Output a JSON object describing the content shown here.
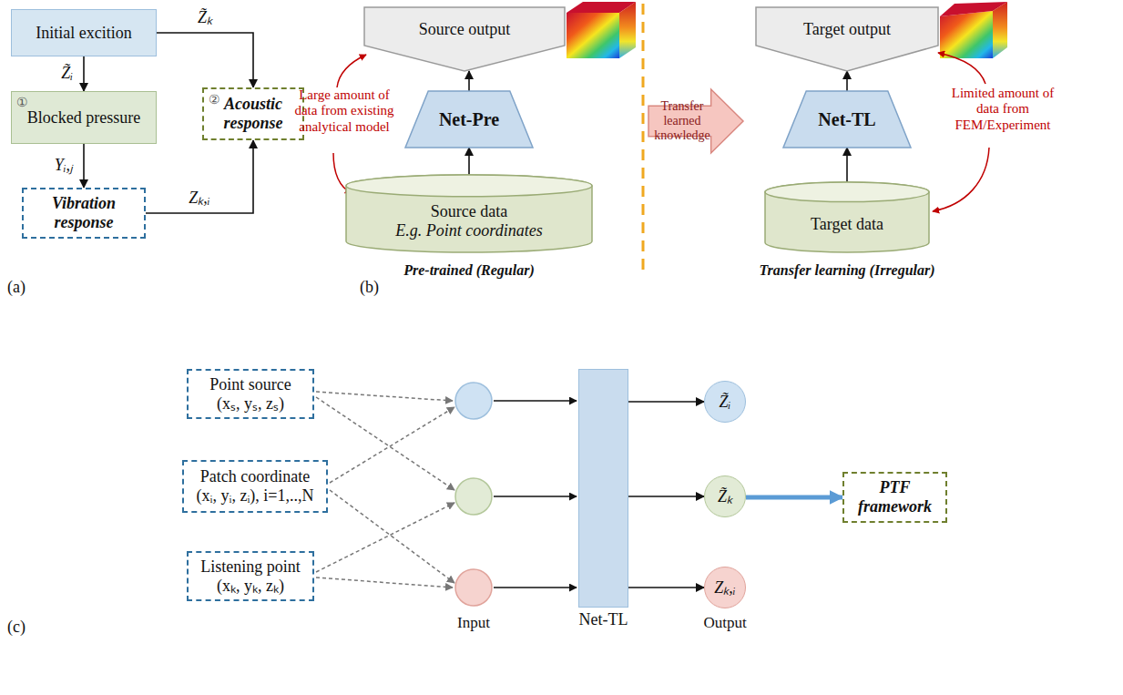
{
  "diagram": {
    "nodes": [
      {
        "text": [
          "Initial excition"
        ]
      },
      {
        "text": [
          "①",
          "Blocked pressure"
        ]
      },
      {
        "text": [
          "②",
          "Acoustic response"
        ]
      },
      {
        "text": [
          "Vibration response"
        ]
      },
      {
        "text": [
          "Source output"
        ]
      },
      {
        "text": [
          "Net-Pre"
        ]
      },
      {
        "text": [
          "Source data",
          "E.g. Point coordinates"
        ]
      },
      {
        "text": [
          "Transfer learned knowledge"
        ]
      },
      {
        "text": [
          "Target output"
        ]
      },
      {
        "text": [
          "Net-TL"
        ]
      },
      {
        "text": [
          "Target data"
        ]
      },
      {
        "text": [
          "Point source",
          "(xₛ, yₛ, zₛ)"
        ]
      },
      {
        "text": [
          "Patch coordinate",
          "(xᵢ, yᵢ, zᵢ), i=1,..,N"
        ]
      },
      {
        "text": [
          "Listening point",
          "(xₖ, yₖ, zₖ)"
        ]
      },
      {
        "text": [
          "Net-TL"
        ]
      },
      {
        "text": [
          "Z̃ᵢ"
        ]
      },
      {
        "text": [
          "Z̃ₖ"
        ]
      },
      {
        "text": [
          "Zₖ,ᵢ"
        ]
      },
      {
        "text": [
          "PTF framework"
        ]
      }
    ],
    "edges": [
      {
        "from": 0,
        "to": 1,
        "arrow": "to",
        "label": "Z̃ᵢ"
      },
      {
        "from": 0,
        "to": 2,
        "arrow": "to",
        "label": "Z̃ₖ"
      },
      {
        "from": 1,
        "to": 3,
        "arrow": "to",
        "label": "Yᵢ,ⱼ"
      },
      {
        "from": 3,
        "to": 2,
        "arrow": "to",
        "label": "Zₖ,ᵢ"
      },
      {
        "from": 6,
        "to": 5,
        "arrow": "to"
      },
      {
        "from": 5,
        "to": 4,
        "arrow": "to"
      },
      {
        "from": 10,
        "to": 9,
        "arrow": "to"
      },
      {
        "from": 9,
        "to": 8,
        "arrow": "to"
      },
      {
        "from": 14,
        "to": 15,
        "arrow": "to"
      },
      {
        "from": 14,
        "to": 16,
        "arrow": "to"
      },
      {
        "from": 14,
        "to": 17,
        "arrow": "to"
      },
      {
        "from": 16,
        "to": 18,
        "arrow": "to"
      }
    ],
    "labels": [
      "(a)",
      "Large amount of data from existing analytical model",
      "Limited amount of data from FEM/Experiment",
      "Pre-trained (Regular)",
      "Transfer learning (Irregular)",
      "(b)",
      "Input",
      "Output",
      "(c)"
    ]
  }
}
